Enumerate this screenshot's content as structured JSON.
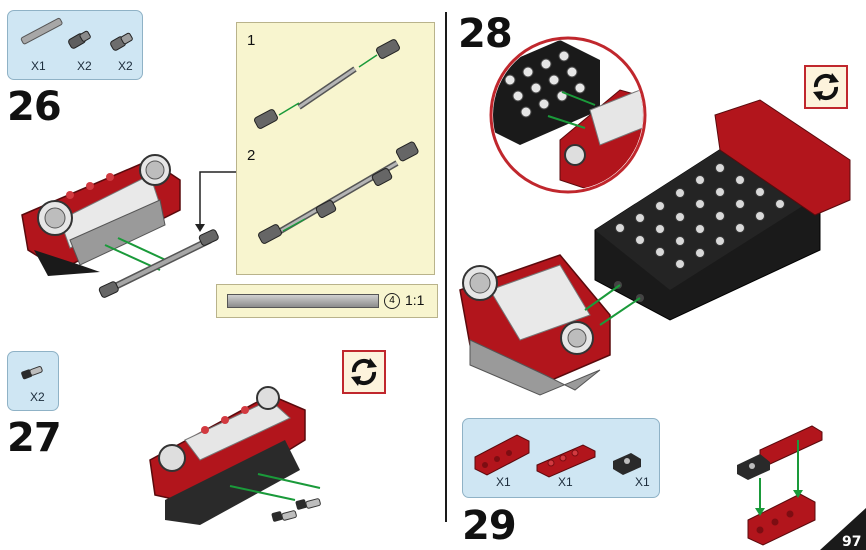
{
  "step26": {
    "number": "26",
    "parts": [
      {
        "icon": "axle-icon",
        "qty": "X1"
      },
      {
        "icon": "axle-connector-icon",
        "qty": "X2"
      },
      {
        "icon": "pin-connector-icon",
        "qty": "X2"
      }
    ],
    "subassembly": {
      "sub1": "1",
      "sub2": "2"
    },
    "scale": {
      "circle": "4",
      "ratio": "1:1"
    }
  },
  "step27": {
    "number": "27",
    "parts": [
      {
        "icon": "friction-pin-icon",
        "qty": "X2"
      }
    ]
  },
  "step28": {
    "number": "28"
  },
  "step29": {
    "number": "29",
    "parts": [
      {
        "icon": "technic-brick-1x4-icon",
        "qty": "X1"
      },
      {
        "icon": "plate-1x4-icon",
        "qty": "X1"
      },
      {
        "icon": "bracket-plate-icon",
        "qty": "X1"
      }
    ]
  },
  "page": {
    "number": "97"
  },
  "colors": {
    "red": "#b2151c",
    "dark_red": "#7d0d12",
    "black": "#1a1a1a",
    "grey": "#9a9a9a",
    "parts_bg": "#cfe6f3",
    "panel_bg": "#f8f5cf",
    "arrow": "#1a9a3a"
  }
}
